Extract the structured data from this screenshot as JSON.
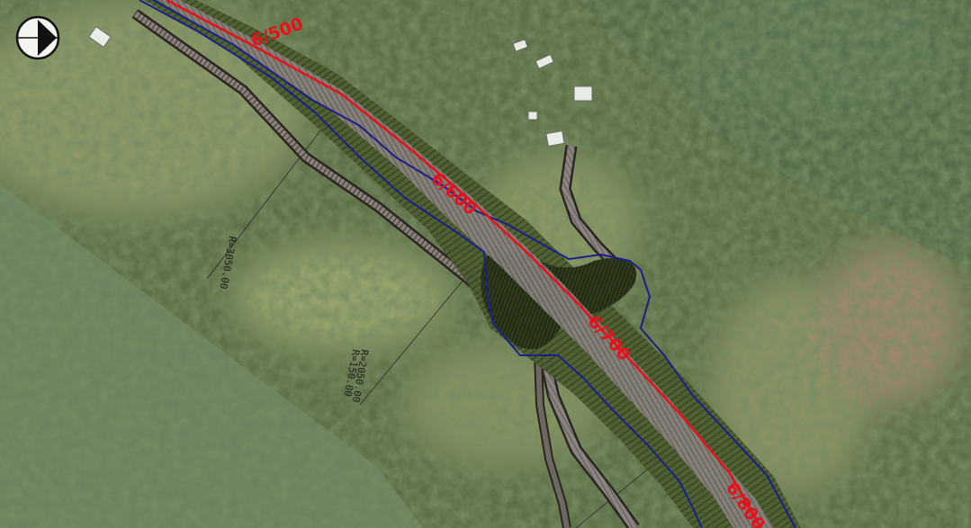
{
  "map": {
    "colors": {
      "centerline": "#e8101a",
      "boundary": "#1a1f8a",
      "embankment": "#3a4a22",
      "pavement": "#8a8a86",
      "forest_dark": "#3f5a2c",
      "meadow": "#93a067"
    },
    "stations": [
      "6/500",
      "6/600",
      "6/700",
      "6/800"
    ],
    "radius_labels": [
      "R=3050.00",
      "R=2050.00",
      "R=150.00"
    ],
    "north_arrow": {
      "icon": "north-arrow-icon"
    }
  }
}
